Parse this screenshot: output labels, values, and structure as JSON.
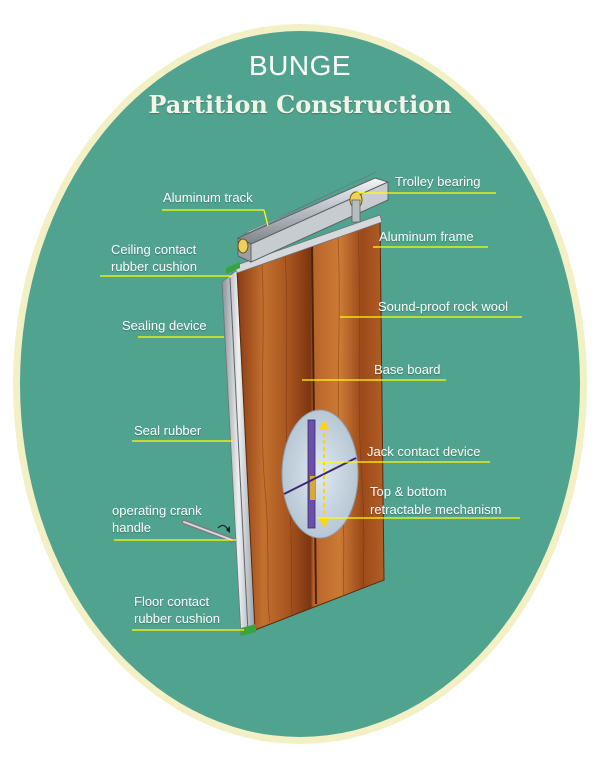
{
  "header": {
    "brand": "BUNGE",
    "subtitle": "Partition Construction"
  },
  "labels": {
    "aluminum_track": "Aluminum track",
    "trolley_bearing": "Trolley bearing",
    "ceiling_cushion_line1": "Ceiling contact",
    "ceiling_cushion_line2": "rubber cushion",
    "aluminum_frame": "Aluminum frame",
    "sound_proof": "Sound-proof rock wool",
    "sealing_device": "Sealing device",
    "base_board": "Base board",
    "seal_rubber": "Seal rubber",
    "jack_contact": "Jack contact device",
    "operating_crank_line1": "operating crank",
    "operating_crank_line2": "handle",
    "retractable_line1": "Top & bottom",
    "retractable_line2": "retractable mechanism",
    "floor_cushion_line1": "Floor contact",
    "floor_cushion_line2": "rubber cushion"
  },
  "colors": {
    "oval_fill": "#4fa38f",
    "oval_border": "#f3f0c6",
    "leader_line": "#ffff00",
    "wood_light": "#c06a2c",
    "wood_dark": "#7a3410",
    "frame": "#c9cdd2"
  }
}
